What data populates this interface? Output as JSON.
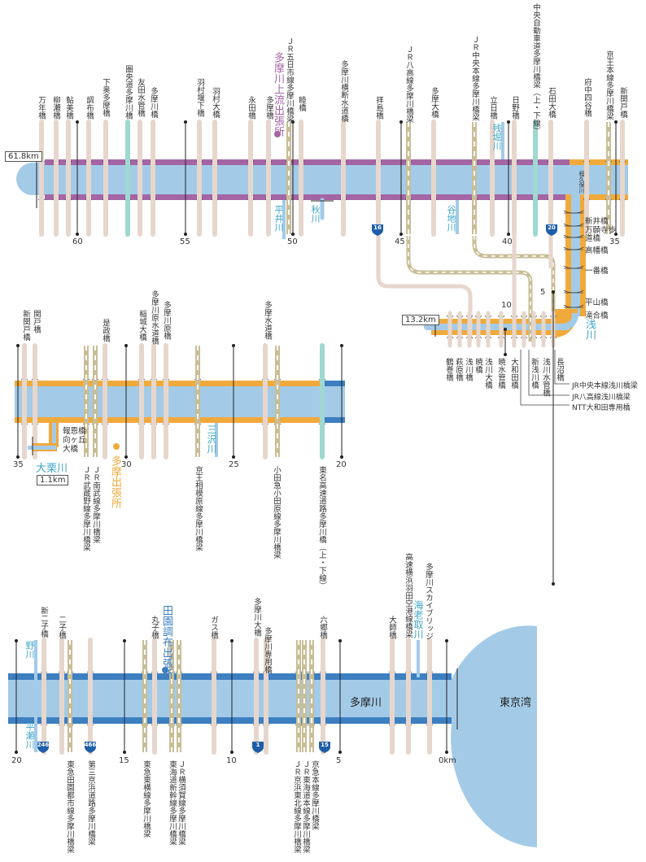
{
  "colors": {
    "water": "#a3cbe8",
    "bank_upper": "#a465a4",
    "bank_middle": "#f0aa3c",
    "bank_lower": "#3d7fc1",
    "bridge": "#e6d6cc",
    "rail": "#c8bd96",
    "highway_bridge": "#9fd8d0",
    "tributary": "#3fa6c8",
    "office_upper": "#a465a4",
    "office_middle": "#f0aa3c",
    "office_lower": "#3d7fc1",
    "route_sign": "#1e5ea8"
  },
  "segments": {
    "upper": {
      "start_km_label": "61.8km",
      "km_ticks": [
        "60",
        "55",
        "50",
        "45",
        "40",
        "35"
      ],
      "bridges": [
        "万年橋",
        "柳瀬橋",
        "鮎美橋",
        "調布橋",
        "下奥多摩橋",
        "圏央道多摩川橋",
        "友田水管橋",
        "多摩川橋",
        "羽村堰下橋",
        "羽村大橋",
        "永田橋",
        "多摩橋",
        "ＪＲ五日市線多摩川橋梁",
        "睦橋",
        "多摩川横断水道橋",
        "拝島橋",
        "ＪＲ八高線多摩川橋梁",
        "多摩大橋",
        "ＪＲ中央本線多摩川橋梁",
        "立日橋",
        "日野橋",
        "中央自動車道多摩川橋梁（上・下線）",
        "石田大橋",
        "府中四谷橋",
        "京王本線多摩川橋梁",
        "新関戸橋"
      ],
      "office": "多摩川上流出張所",
      "tributaries": [
        "平井川",
        "秋川",
        "谷地川",
        "残堀川",
        "程久保川"
      ],
      "route_signs": [
        "16",
        "20"
      ]
    },
    "asakawa": {
      "start_km_label": "13.2km",
      "river_name": "浅川",
      "km_ticks": [
        "10",
        "5"
      ],
      "side_bridges": [
        "新井橋",
        "万願寺歩道橋",
        "高幡橋",
        "一番橋",
        "平山橋",
        "滝合橋"
      ],
      "bridges": [
        "鶴巻橋",
        "萩原橋",
        "浅川橋",
        "暁橋",
        "浅川大橋",
        "暁水管橋",
        "大和田橋",
        "新浅川橋",
        "浅川水管橋",
        "長沼橋"
      ],
      "callouts": [
        "JR中央本線浅川橋梁",
        "JR八高線浅川橋梁",
        "NTT大和田専用橋"
      ]
    },
    "middle": {
      "km_ticks": [
        "35",
        "30",
        "25",
        "20"
      ],
      "bridges_top": [
        "新関戸橋",
        "関戸橋",
        "是政橋",
        "稲城大橋",
        "多摩川原水道橋",
        "多摩川原橋",
        "多摩水道橋"
      ],
      "bridges_bottom": [
        "ＪＲ武蔵野線多摩川橋梁",
        "ＪＲ南武線多摩川橋梁",
        "京王相模原線多摩川橋梁",
        "小田急小田原線多摩川橋梁",
        "東名高速道路多摩川橋（上・下線）"
      ],
      "office": "多摩出張所",
      "tributaries": [
        "三沢川",
        "大栗川"
      ],
      "okuri": {
        "km_label": "1.1km",
        "bridges": [
          "報恩橋",
          "向ヶ丘大橋"
        ]
      }
    },
    "lower": {
      "km_ticks": [
        "20",
        "15",
        "10",
        "5",
        "0km"
      ],
      "bridges_top": [
        "新二子橋",
        "二子橋",
        "丸子橋",
        "ガス橋",
        "多摩川大橋",
        "多摩川専用橋",
        "六郷橋",
        "大師橋",
        "高速横浜羽田空港線橋梁",
        "多摩川スカイブリッジ"
      ],
      "bridges_bottom": [
        "東急田園都市線多摩川橋梁",
        "第三京浜道路多摩川橋梁",
        "東急東横線多摩川橋梁",
        "東海道新幹線多摩川橋梁",
        "ＪＲ横須賀線多摩川橋梁",
        "ＪＲ京浜東北線多摩川橋梁",
        "ＪＲ東海道本線多摩川橋梁",
        "京急本線多摩川橋梁"
      ],
      "office": "田園調布出張所",
      "tributaries": [
        "野川",
        "平瀬川",
        "海老取川"
      ],
      "route_signs": [
        "246",
        "466",
        "1",
        "15"
      ],
      "river_name": "多摩川",
      "bay_name": "東京湾"
    }
  }
}
